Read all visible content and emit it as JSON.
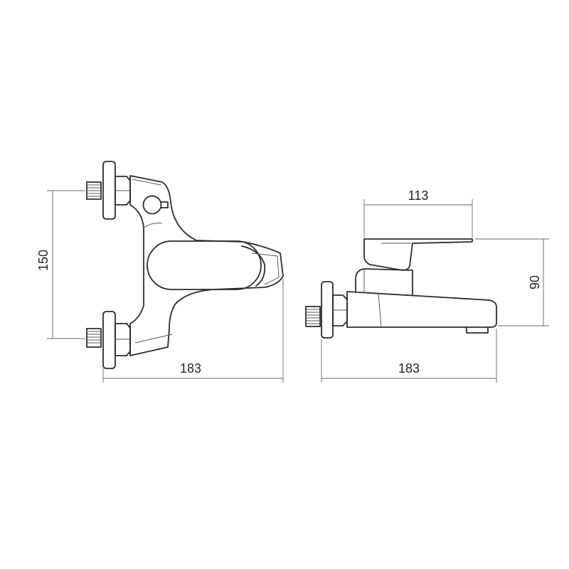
{
  "dimensions": {
    "front_height": "150",
    "front_width": "183",
    "side_lever_length": "113",
    "side_height": "90",
    "side_width": "183"
  }
}
